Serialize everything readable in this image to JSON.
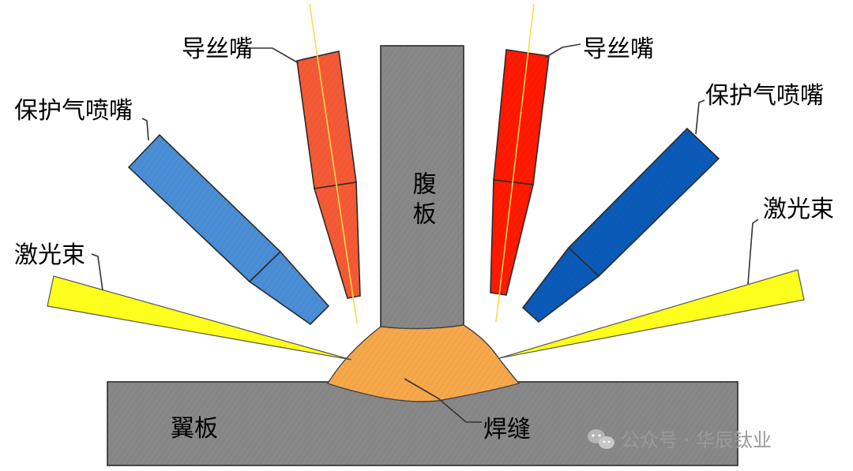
{
  "labels": {
    "web": "腹板",
    "flange": "翼板",
    "weld": "焊缝",
    "wire_nozzle_left": "导丝嘴",
    "wire_nozzle_right": "导丝嘴",
    "gas_nozzle_left": "保护气喷嘴",
    "gas_nozzle_right": "保护气喷嘴",
    "laser_left": "激光束",
    "laser_right": "激光束"
  },
  "watermark": {
    "text": "公众号 · 华辰钛业",
    "icon": "wechat-icon"
  },
  "colors": {
    "metal": "#888888",
    "weld": "#F7A84A",
    "wire_nozzle_left": "#F55A36",
    "wire_nozzle_right": "#FF1A00",
    "gas_nozzle_left": "#4A8ED6",
    "gas_nozzle_right": "#0A5BB8",
    "laser": "#FFFF1E",
    "wire": "#FFD84D"
  }
}
